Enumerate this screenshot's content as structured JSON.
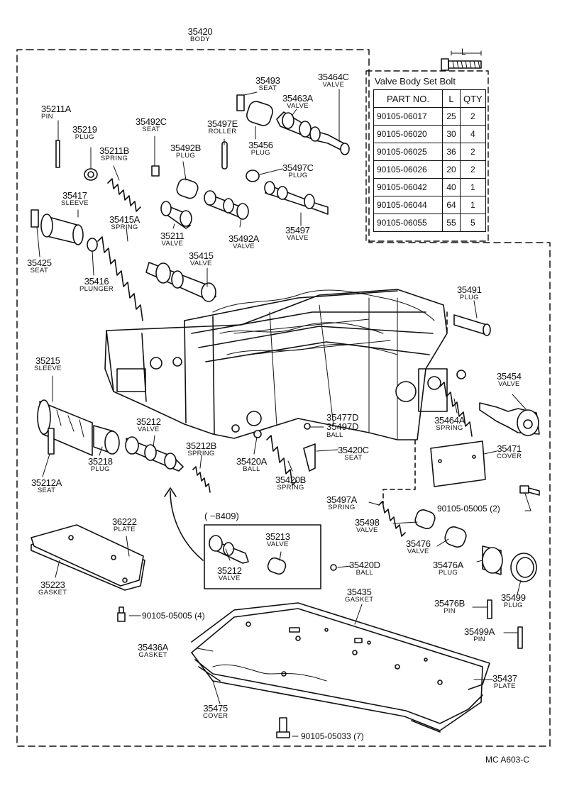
{
  "labels": {
    "body": {
      "pn": "35420",
      "nm": "BODY"
    },
    "seat93": {
      "pn": "35493",
      "nm": "SEAT"
    },
    "valve64c": {
      "pn": "35464C",
      "nm": "VALVE"
    },
    "valve63a": {
      "pn": "35463A",
      "nm": "VALVE"
    },
    "pin11a": {
      "pn": "35211A",
      "nm": "PIN"
    },
    "plug19": {
      "pn": "35219",
      "nm": "PLUG"
    },
    "seat92c": {
      "pn": "35492C",
      "nm": "SEAT"
    },
    "roller97e": {
      "pn": "35497E",
      "nm": "ROLLER"
    },
    "plug56": {
      "pn": "35456",
      "nm": "PLUG"
    },
    "spring11b": {
      "pn": "35211B",
      "nm": "SPRING"
    },
    "plug92b": {
      "pn": "35492B",
      "nm": "PLUG"
    },
    "plug97c": {
      "pn": "35497C",
      "nm": "PLUG"
    },
    "sleeve17": {
      "pn": "35417",
      "nm": "SLEEVE"
    },
    "spring15a": {
      "pn": "35415A",
      "nm": "SPRING"
    },
    "valve11": {
      "pn": "35211",
      "nm": "VALVE"
    },
    "valve92a": {
      "pn": "35492A",
      "nm": "VALVE"
    },
    "valve97": {
      "pn": "35497",
      "nm": "VALVE"
    },
    "seat25": {
      "pn": "35425",
      "nm": "SEAT"
    },
    "valve15": {
      "pn": "35415",
      "nm": "VALVE"
    },
    "plunger16": {
      "pn": "35416",
      "nm": "PLUNGER"
    },
    "plug91": {
      "pn": "35491",
      "nm": "PLUG"
    },
    "valve54": {
      "pn": "35454",
      "nm": "VALVE"
    },
    "sleeve215": {
      "pn": "35215",
      "nm": "SLEEVE"
    },
    "spring64a": {
      "pn": "35464A",
      "nm": "SPRING"
    },
    "valve212": {
      "pn": "35212",
      "nm": "VALVE"
    },
    "spring212b": {
      "pn": "35212B",
      "nm": "SPRING"
    },
    "seat20c": {
      "pn": "35420C",
      "nm": "SEAT"
    },
    "cover71": {
      "pn": "35471",
      "nm": "COVER"
    },
    "plug218": {
      "pn": "35218",
      "nm": "PLUG"
    },
    "ball20a": {
      "pn": "35420A",
      "nm": "BALL"
    },
    "spring20b": {
      "pn": "35420B",
      "nm": "SPRING"
    },
    "seat212a": {
      "pn": "35212A",
      "nm": "SEAT"
    },
    "spring97a": {
      "pn": "35497A",
      "nm": "SPRING"
    },
    "valve98": {
      "pn": "35498",
      "nm": "VALVE"
    },
    "plate222": {
      "pn": "36222",
      "nm": "PLATE"
    },
    "valve213": {
      "pn": "35213",
      "nm": "VALVE"
    },
    "valve476": {
      "pn": "35476",
      "nm": "VALVE"
    },
    "valve212b": {
      "pn": "35212",
      "nm": "VALVE"
    },
    "ball20d": {
      "pn": "35420D",
      "nm": "BALL"
    },
    "plug76a": {
      "pn": "35476A",
      "nm": "PLUG"
    },
    "gasket223": {
      "pn": "35223",
      "nm": "GASKET"
    },
    "gasket435": {
      "pn": "35435",
      "nm": "GASKET"
    },
    "pin76b": {
      "pn": "35476B",
      "nm": "PIN"
    },
    "plug499": {
      "pn": "35499",
      "nm": "PLUG"
    },
    "pin499a": {
      "pn": "35499A",
      "nm": "PIN"
    },
    "gasket36a": {
      "pn": "35436A",
      "nm": "GASKET"
    },
    "plate437": {
      "pn": "35437",
      "nm": "PLATE"
    },
    "cover475": {
      "pn": "35475",
      "nm": "COVER"
    }
  },
  "balls": {
    "ball77d": {
      "line1": "35477D",
      "line2": "35497D",
      "nm": "BALL"
    }
  },
  "bolts": {
    "b1": "90105-05005 (2)",
    "b2": "90105-05005 (4)",
    "b3": "90105-05033 (7)"
  },
  "inset_label": "(     −8409)",
  "table": {
    "title": "Valve Body Set Bolt",
    "dim_label": "L",
    "headers": [
      "PART NO.",
      "L",
      "QTY"
    ],
    "rows": [
      [
        "90105-06017",
        "25",
        "2"
      ],
      [
        "90105-06020",
        "30",
        "4"
      ],
      [
        "90105-06025",
        "36",
        "2"
      ],
      [
        "90105-06026",
        "20",
        "2"
      ],
      [
        "90105-06042",
        "40",
        "1"
      ],
      [
        "90105-06044",
        "64",
        "1"
      ],
      [
        "90105-06055",
        "55",
        "5"
      ]
    ]
  },
  "footer": "MC  A603-C"
}
